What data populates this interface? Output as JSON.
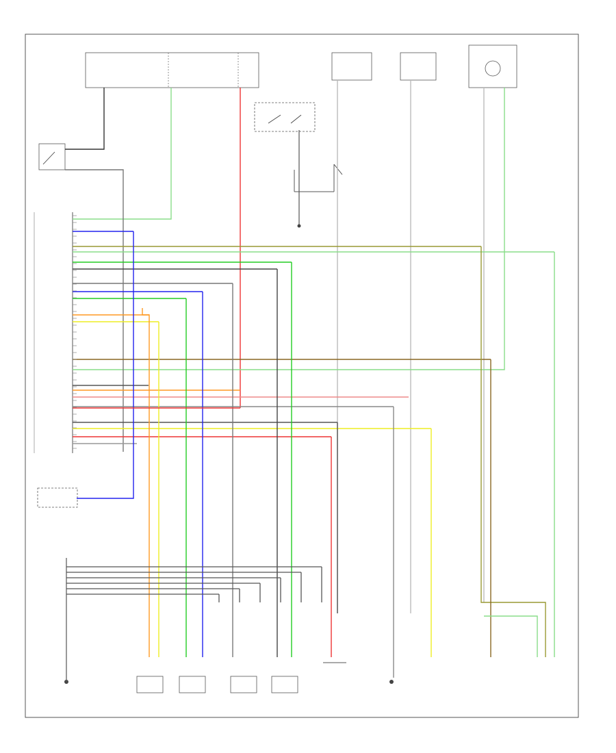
{
  "frame": {
    "footer_code": ""
  },
  "top_boxes": [
    {
      "id": "hot1",
      "heading": "",
      "fuse": ""
    },
    {
      "id": "hot2",
      "heading": "",
      "fuse": ""
    },
    {
      "id": "hot3",
      "heading": "",
      "fuse": ""
    },
    {
      "id": "hot4",
      "heading": "",
      "fuse": ""
    },
    {
      "id": "hot5",
      "heading": "",
      "fuse": ""
    },
    {
      "id": "ind",
      "heading": "",
      "fuse": ""
    }
  ],
  "components": {
    "brake_switch": "",
    "ecm_label": "",
    "tcm_label": "",
    "ground_block": "",
    "sensors": [
      {
        "id": "s1",
        "name": ""
      },
      {
        "id": "s2",
        "name": ""
      },
      {
        "id": "s3",
        "name": ""
      },
      {
        "id": "s4",
        "name": ""
      },
      {
        "id": "s5",
        "name": ""
      },
      {
        "id": "s6",
        "name": ""
      },
      {
        "id": "s7",
        "name": ""
      },
      {
        "id": "s8",
        "name": ""
      },
      {
        "id": "s9",
        "name": ""
      },
      {
        "id": "s10",
        "name": ""
      }
    ]
  },
  "wire_colors": {
    "black": "#333333",
    "green": "#22cc22",
    "blue": "#2222ee",
    "red": "#ee3333",
    "yellow": "#eeee22",
    "orange": "#ff9922",
    "olive": "#999933",
    "lightgreen": "#88dd88",
    "gray": "#888888",
    "pink": "#ee8888"
  }
}
